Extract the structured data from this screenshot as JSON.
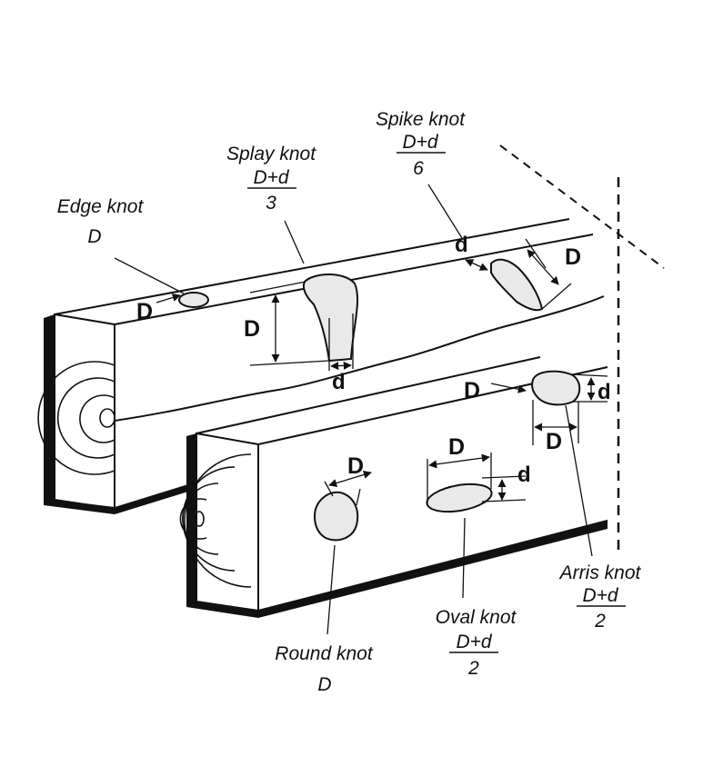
{
  "labels": {
    "edge_knot": {
      "name": "Edge knot",
      "formula": "D"
    },
    "splay_knot": {
      "name": "Splay knot",
      "numerator": "D+d",
      "denominator": "3"
    },
    "spike_knot": {
      "name": "Spike knot",
      "numerator": "D+d",
      "denominator": "6"
    },
    "arris_knot": {
      "name": "Arris knot",
      "numerator": "D+d",
      "denominator": "2"
    },
    "oval_knot": {
      "name": "Oval knot",
      "numerator": "D+d",
      "denominator": "2"
    },
    "round_knot": {
      "name": "Round knot",
      "formula": "D"
    }
  },
  "dimensions": {
    "big_d": "D",
    "small_d": "d"
  },
  "colors": {
    "ink": "#111111",
    "knot_fill": "#e9e9e9",
    "background": "#ffffff"
  }
}
